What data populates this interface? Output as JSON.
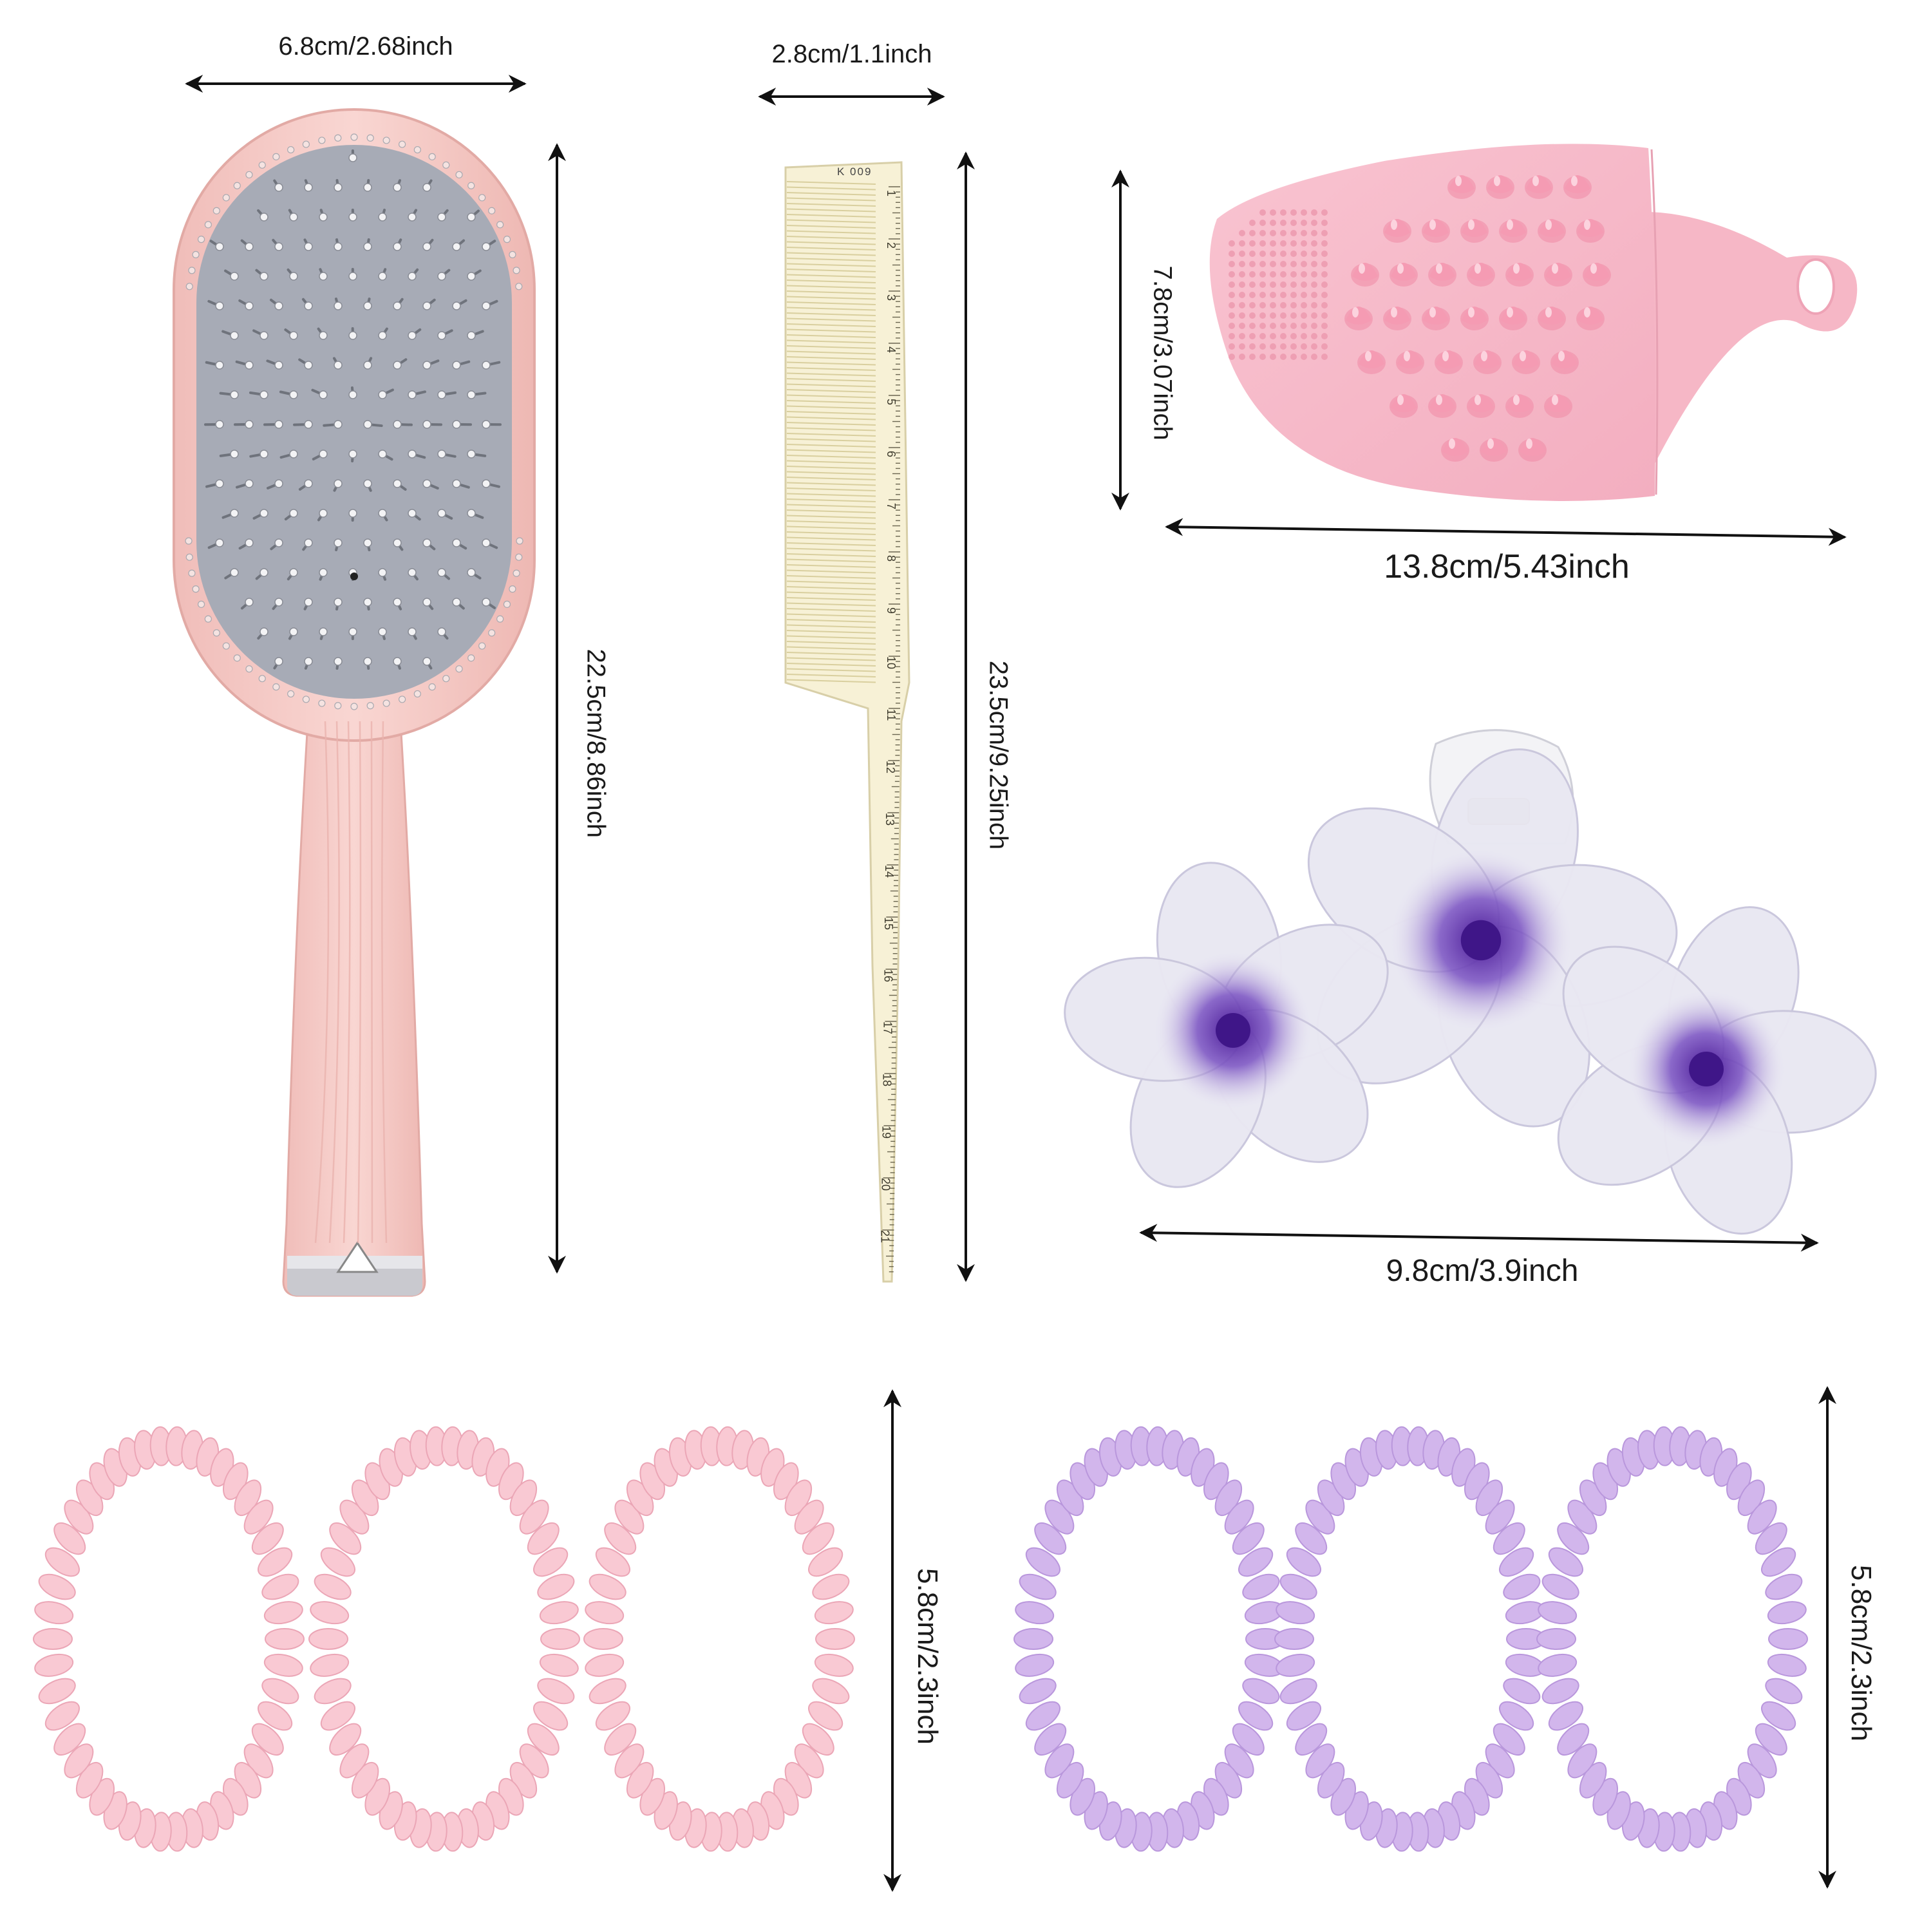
{
  "items": [
    {
      "name": "paddle-brush",
      "width_label": "6.8cm/2.68inch",
      "height_label": "22.5cm/8.86inch"
    },
    {
      "name": "tail-comb",
      "width_label": "2.8cm/1.1inch",
      "height_label": "23.5cm/9.25inch",
      "comb_code": "K 009",
      "ruler_marks": [
        "1",
        "2",
        "3",
        "4",
        "5",
        "6",
        "7",
        "8",
        "9",
        "10",
        "11",
        "12",
        "13",
        "14",
        "15",
        "16",
        "17",
        "18",
        "19",
        "20",
        "21"
      ]
    },
    {
      "name": "scalp-scrubber",
      "width_label": "13.8cm/5.43inch",
      "height_label": "7.8cm/3.07inch"
    },
    {
      "name": "flower-claw-clip",
      "width_label": "9.8cm/3.9inch"
    },
    {
      "name": "pink-spiral-ties",
      "height_label": "5.8cm/2.3inch",
      "count": 3
    },
    {
      "name": "purple-spiral-ties",
      "height_label": "5.8cm/2.3inch",
      "count": 3
    }
  ],
  "colors": {
    "brush_pink": "#f6c9c6",
    "brush_cushion": "#a9adb8",
    "comb_cream": "#f6f0d2",
    "scrubber_pink": "#f7b8c8",
    "clip_white": "#ecebf3",
    "clip_purple": "#5a2aa3",
    "tie_pink": "#f9c9d3",
    "tie_purple": "#d2b6ec",
    "arrow": "#111111"
  }
}
